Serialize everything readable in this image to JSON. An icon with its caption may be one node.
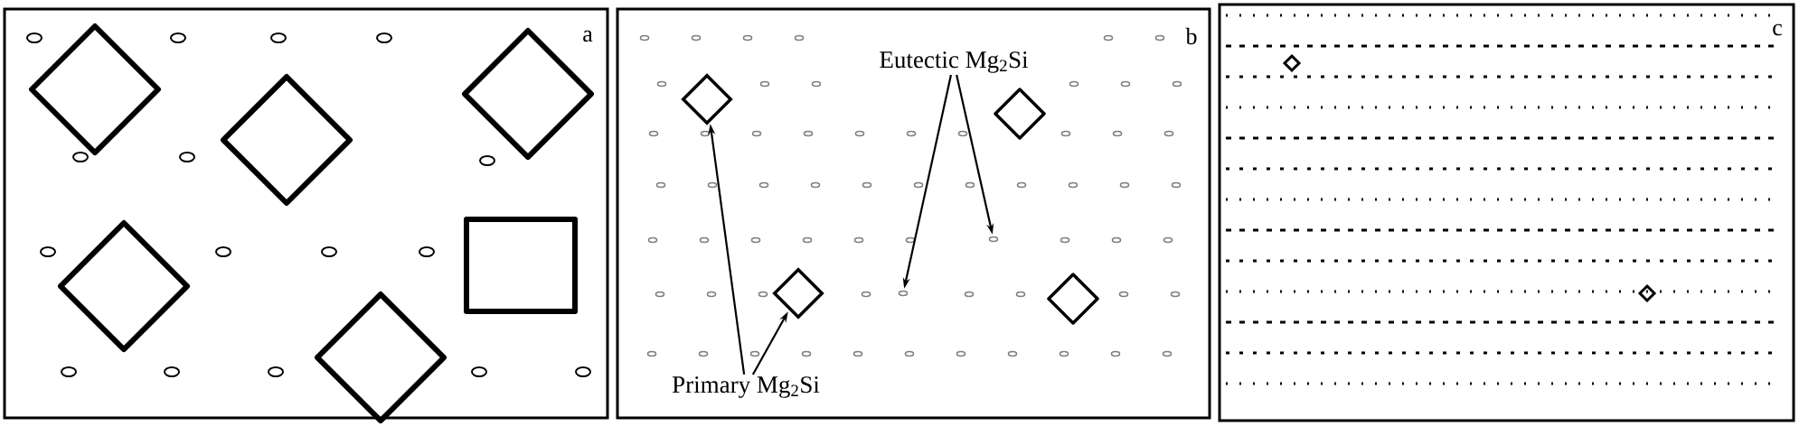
{
  "diagram": {
    "nodes": [
      {
        "text": [
          "Eutectic Mg$_{2}$Si"
        ]
      },
      {
        "text": [
          "Primary Mg$_{2}$Si"
        ]
      },
      {
        "text": [],
        "shape": "diamond"
      },
      {
        "text": [],
        "shape": "diamond"
      },
      {
        "text": [],
        "shape": "ellipse"
      },
      {
        "text": [],
        "shape": "ellipse"
      }
    ],
    "edges": [
      {
        "from": 0,
        "to": 4,
        "arrow": "to"
      },
      {
        "from": 0,
        "to": 5,
        "arrow": "to"
      },
      {
        "from": 1,
        "to": 2,
        "arrow": "to"
      },
      {
        "from": 1,
        "to": 3,
        "arrow": "to"
      }
    ],
    "labels": [
      "a",
      "b",
      "c"
    ]
  }
}
